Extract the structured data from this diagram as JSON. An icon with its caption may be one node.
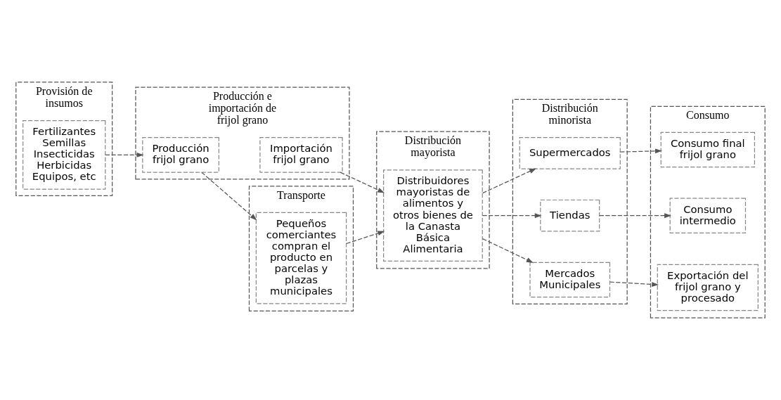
{
  "diagram": {
    "nodes": [
      {
        "text": [
          "Provisión de insumos"
        ]
      },
      {
        "text": [
          "Fertilizantes Semillas Insecticidas Herbicidas Equipos, etc"
        ],
        "in": 0
      },
      {
        "text": [
          "Producción e importación de frijol grano"
        ]
      },
      {
        "text": [
          "Producción frijol grano"
        ],
        "in": 2
      },
      {
        "text": [
          "Importación frijol grano"
        ],
        "in": 2
      },
      {
        "text": [
          "Transporte"
        ]
      },
      {
        "text": [
          "Pequeños comerciantes compran el producto en parcelas y plazas municipales"
        ],
        "in": 5
      },
      {
        "text": [
          "Distribución mayorista"
        ]
      },
      {
        "text": [
          "Distribuidores mayoristas de alimentos y otros bienes de la Canasta Básica Alimentaria"
        ],
        "in": 7
      },
      {
        "text": [
          "Distribución minorista"
        ]
      },
      {
        "text": [
          "Supermercados"
        ],
        "in": 9
      },
      {
        "text": [
          "Tiendas"
        ],
        "in": 9
      },
      {
        "text": [
          "Mercados Municipales"
        ],
        "in": 9
      },
      {
        "text": [
          "Consumo"
        ]
      },
      {
        "text": [
          "Consumo final frijol grano"
        ],
        "in": 13
      },
      {
        "text": [
          "Consumo intermedio"
        ],
        "in": 13
      },
      {
        "text": [
          "Exportación del frijol grano y procesado"
        ],
        "in": 13
      }
    ],
    "edges": [
      {
        "from": 1,
        "to": 3,
        "arrow": "to"
      },
      {
        "from": 3,
        "to": 6,
        "arrow": "to"
      },
      {
        "from": 4,
        "to": 8,
        "arrow": "to"
      },
      {
        "from": 6,
        "to": 8,
        "arrow": "to"
      },
      {
        "from": 8,
        "to": 10,
        "arrow": "to"
      },
      {
        "from": 8,
        "to": 11,
        "arrow": "to"
      },
      {
        "from": 8,
        "to": 12,
        "arrow": "to"
      },
      {
        "from": 10,
        "to": 14,
        "arrow": "to"
      },
      {
        "from": 11,
        "to": 15,
        "arrow": "to"
      },
      {
        "from": 12,
        "to": 16,
        "arrow": "to"
      }
    ]
  }
}
